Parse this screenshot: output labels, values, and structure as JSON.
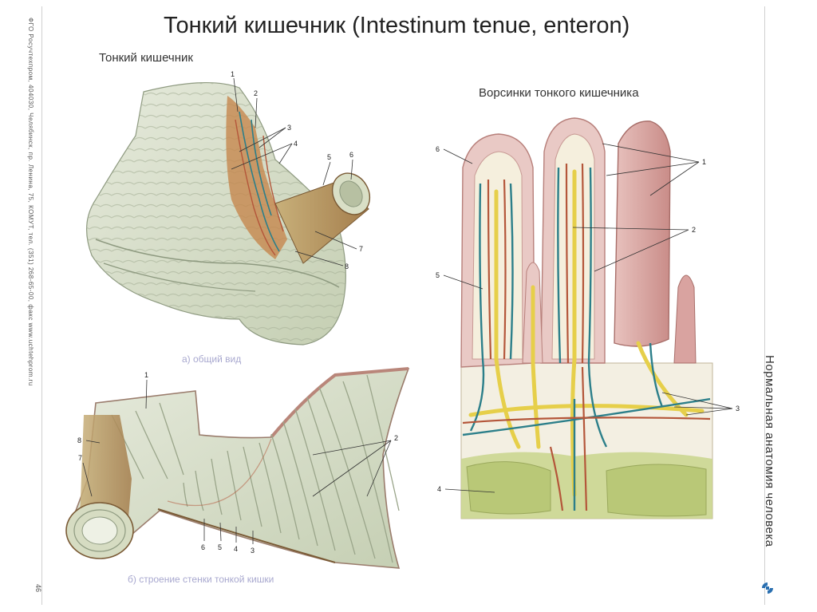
{
  "title": "Тонкий кишечник (Intestinum tenue, enteron)",
  "side_left_text": "ФГО Росучтехпром, 404030, Челябинск, пр. Ленина, 75, КОМУТ, тел. (351) 268-65-00, факс www.uchtehprom.ru",
  "side_right_text": "Нормальная анатомия человека",
  "page_number": "46",
  "sections": {
    "intestine_heading": "Тонкий кишечник",
    "villi_heading": "Ворсинки тонкого кишечника",
    "caption_a": "а) общий вид",
    "caption_b": "б) строение стенки тонкой кишки"
  },
  "labels": {
    "a": [
      "1",
      "2",
      "3",
      "4",
      "5",
      "6",
      "7",
      "8"
    ],
    "b": [
      "1",
      "8",
      "7",
      "2",
      "6",
      "5",
      "4",
      "3"
    ],
    "villi": [
      "6",
      "1",
      "2",
      "5",
      "3",
      "4"
    ]
  },
  "colors": {
    "mucosa": "#d9dfc6",
    "vessel_red": "#b4563a",
    "vessel_blue": "#2c7f8a",
    "lymph_yellow": "#e6cf4a",
    "villus_pink": "#d9a3a0",
    "gland_green": "#c8d58c"
  },
  "icons": {
    "logo": "publisher-logo-icon"
  }
}
